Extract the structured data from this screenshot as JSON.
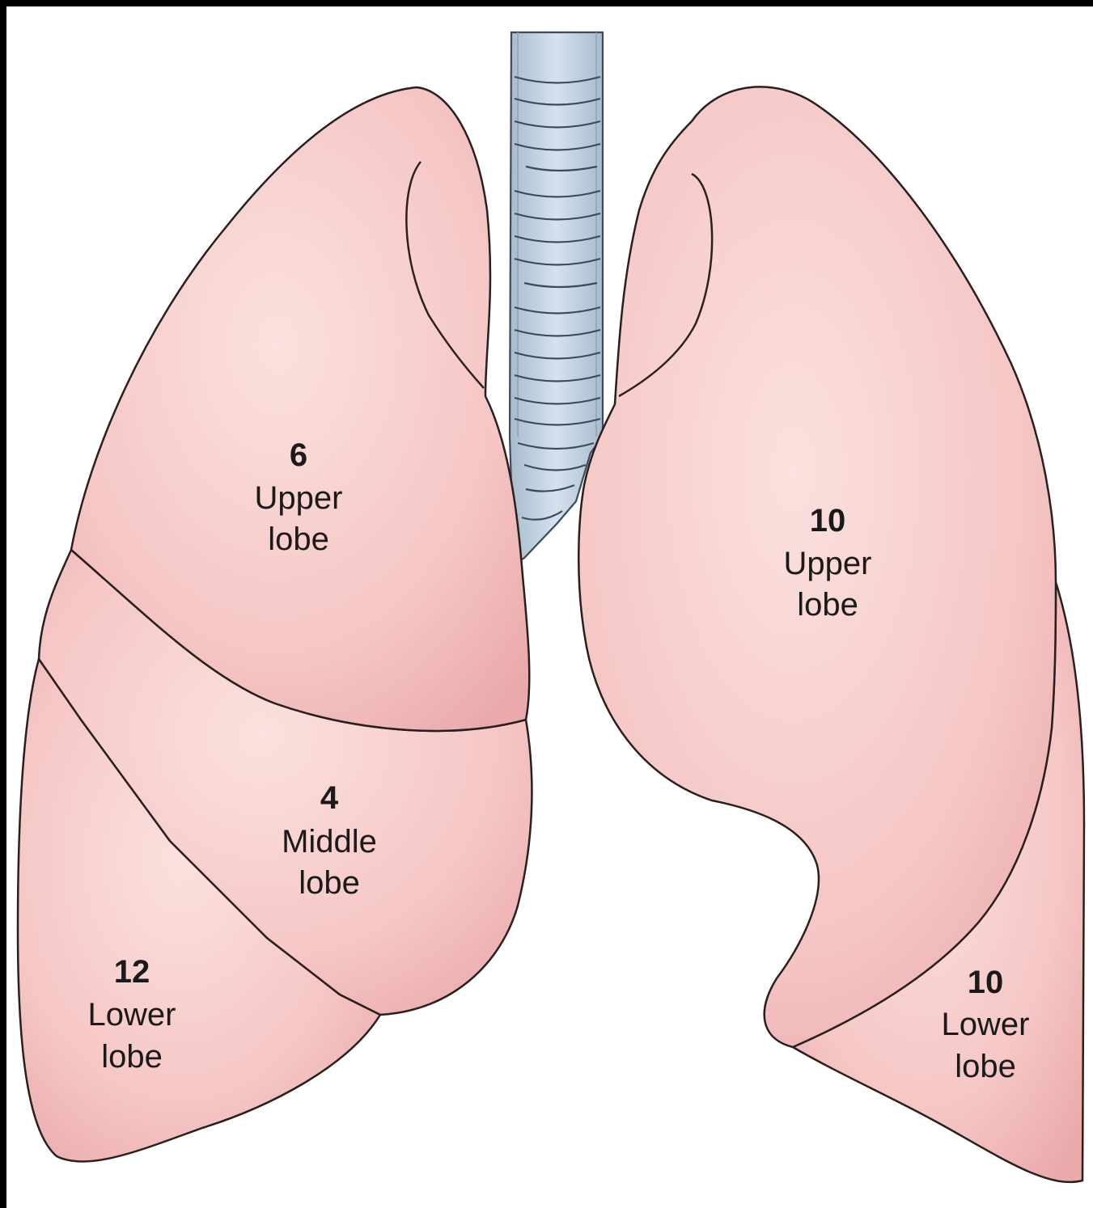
{
  "lobes": [
    {
      "id": "right-upper",
      "count": "6",
      "line1": "Upper",
      "line2": "lobe"
    },
    {
      "id": "right-middle",
      "count": "4",
      "line1": "Middle",
      "line2": "lobe"
    },
    {
      "id": "right-lower",
      "count": "12",
      "line1": "Lower",
      "line2": "lobe"
    },
    {
      "id": "left-upper",
      "count": "10",
      "line1": "Upper",
      "line2": "lobe"
    },
    {
      "id": "left-lower",
      "count": "10",
      "line1": "Lower",
      "line2": "lobe"
    }
  ],
  "colors": {
    "lung_fill": "#f6c9c6",
    "lung_shade": "#efb3b2",
    "trachea_fill": "#c6d6e4",
    "trachea_shade": "#a9bccd",
    "outline": "#2a1f1f",
    "background": "#ffffff",
    "border": "#000000"
  }
}
